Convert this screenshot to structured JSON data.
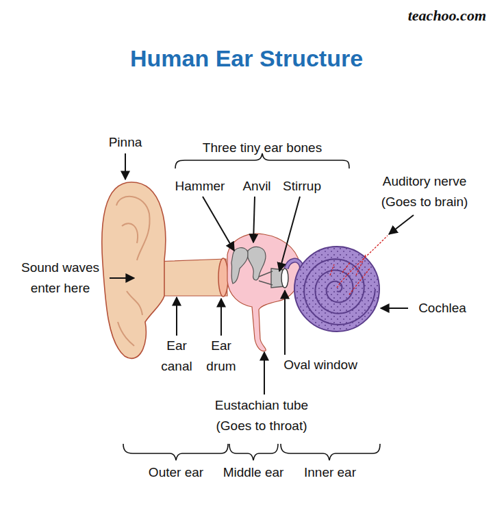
{
  "diagram": {
    "title": "Human Ear Structure",
    "labels": [
      "teachoo.com",
      "Pinna",
      "Three tiny ear bones",
      "Hammer",
      "Anvil",
      "Stirrup",
      "Auditory nerve (Goes to brain)",
      "Sound waves enter here",
      "Cochlea",
      "Ear canal",
      "Ear drum",
      "Oval window",
      "Eustachian tube (Goes to throat)",
      "Outer ear",
      "Middle ear",
      "Inner ear"
    ]
  }
}
